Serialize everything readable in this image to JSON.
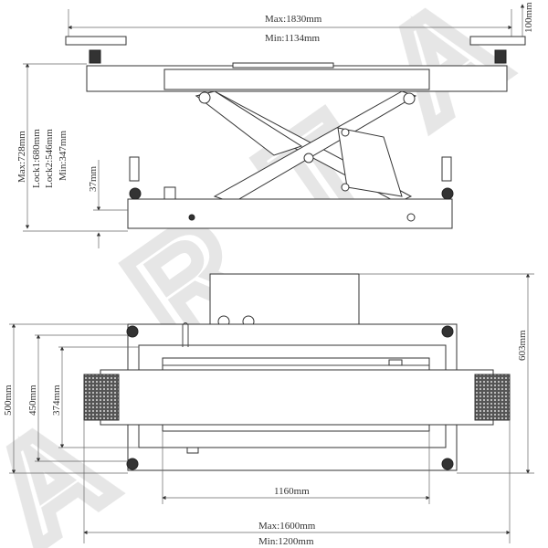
{
  "watermark": {
    "letters": [
      "A",
      "R",
      "T",
      "A"
    ]
  },
  "side_view": {
    "width_max": "Max:1830mm",
    "width_min": "Min:1134mm",
    "pad_height": "100mm",
    "height_max": "Max:728mm",
    "height_lock1": "Lock1:680mm",
    "height_lock2": "Lock2:546mm",
    "height_min": "Min:347mm",
    "base_offset": "37mm"
  },
  "top_view": {
    "depth_500": "500mm",
    "depth_450": "450mm",
    "depth_374": "374mm",
    "depth_603": "603mm",
    "platform_length": "1160mm",
    "length_max": "Max:1600mm",
    "length_min": "Min:1200mm"
  }
}
